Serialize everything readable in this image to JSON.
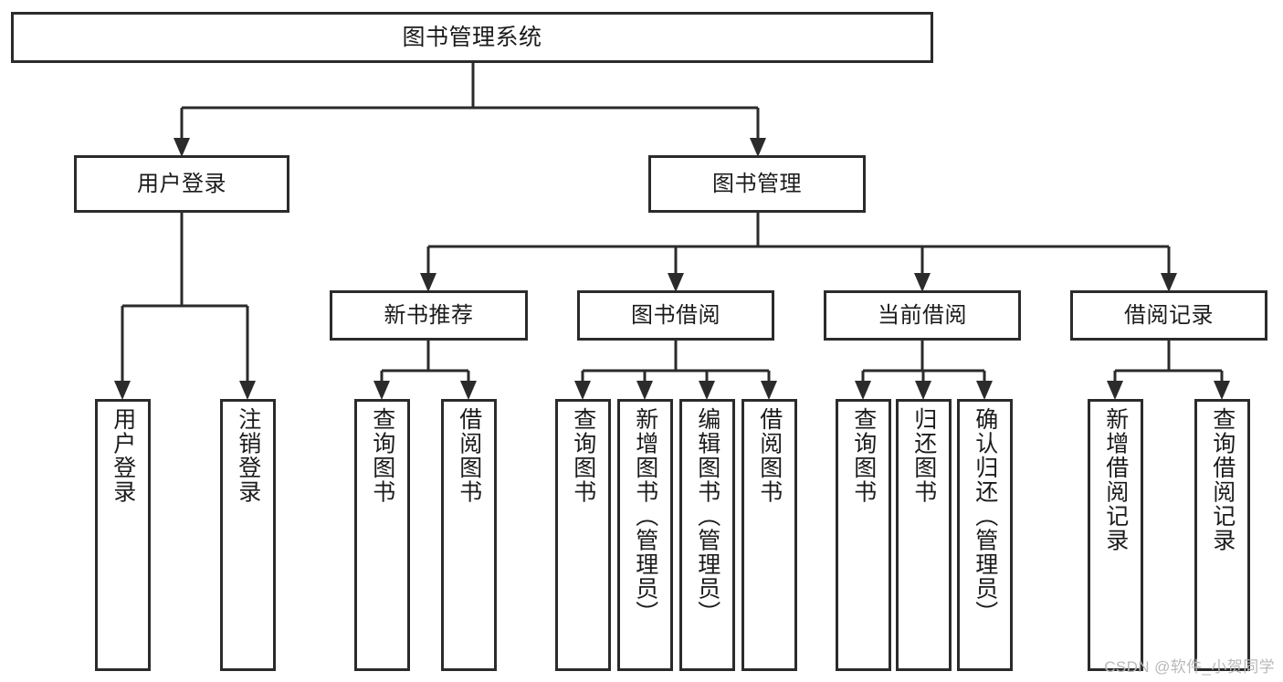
{
  "diagram": {
    "title": "图书管理系统",
    "type": "hierarchy-tree",
    "background_color": "#ffffff",
    "line_color": "#2b2b2b",
    "text_color": "#1b1b1b"
  },
  "root": {
    "label": "图书管理系统"
  },
  "level2": [
    {
      "label": "用户登录"
    },
    {
      "label": "图书管理"
    }
  ],
  "level3": [
    {
      "label": "新书推荐"
    },
    {
      "label": "图书借阅"
    },
    {
      "label": "当前借阅"
    },
    {
      "label": "借阅记录"
    }
  ],
  "leaves": {
    "user_login": [
      {
        "label": "用户登录"
      },
      {
        "label": "注销登录"
      }
    ],
    "new_book_recommend": [
      {
        "label": "查询图书"
      },
      {
        "label": "借阅图书"
      }
    ],
    "book_borrow": [
      {
        "label": "查询图书"
      },
      {
        "label": "新增图书（管理员）"
      },
      {
        "label": "编辑图书（管理员）"
      },
      {
        "label": "借阅图书"
      }
    ],
    "current_borrow": [
      {
        "label": "查询图书"
      },
      {
        "label": "归还图书"
      },
      {
        "label": "确认归还（管理员）"
      }
    ],
    "borrow_record": [
      {
        "label": "新增借阅记录"
      },
      {
        "label": "查询借阅记录"
      }
    ]
  },
  "watermark": {
    "text": "CSDN @软件_小贺同学"
  }
}
